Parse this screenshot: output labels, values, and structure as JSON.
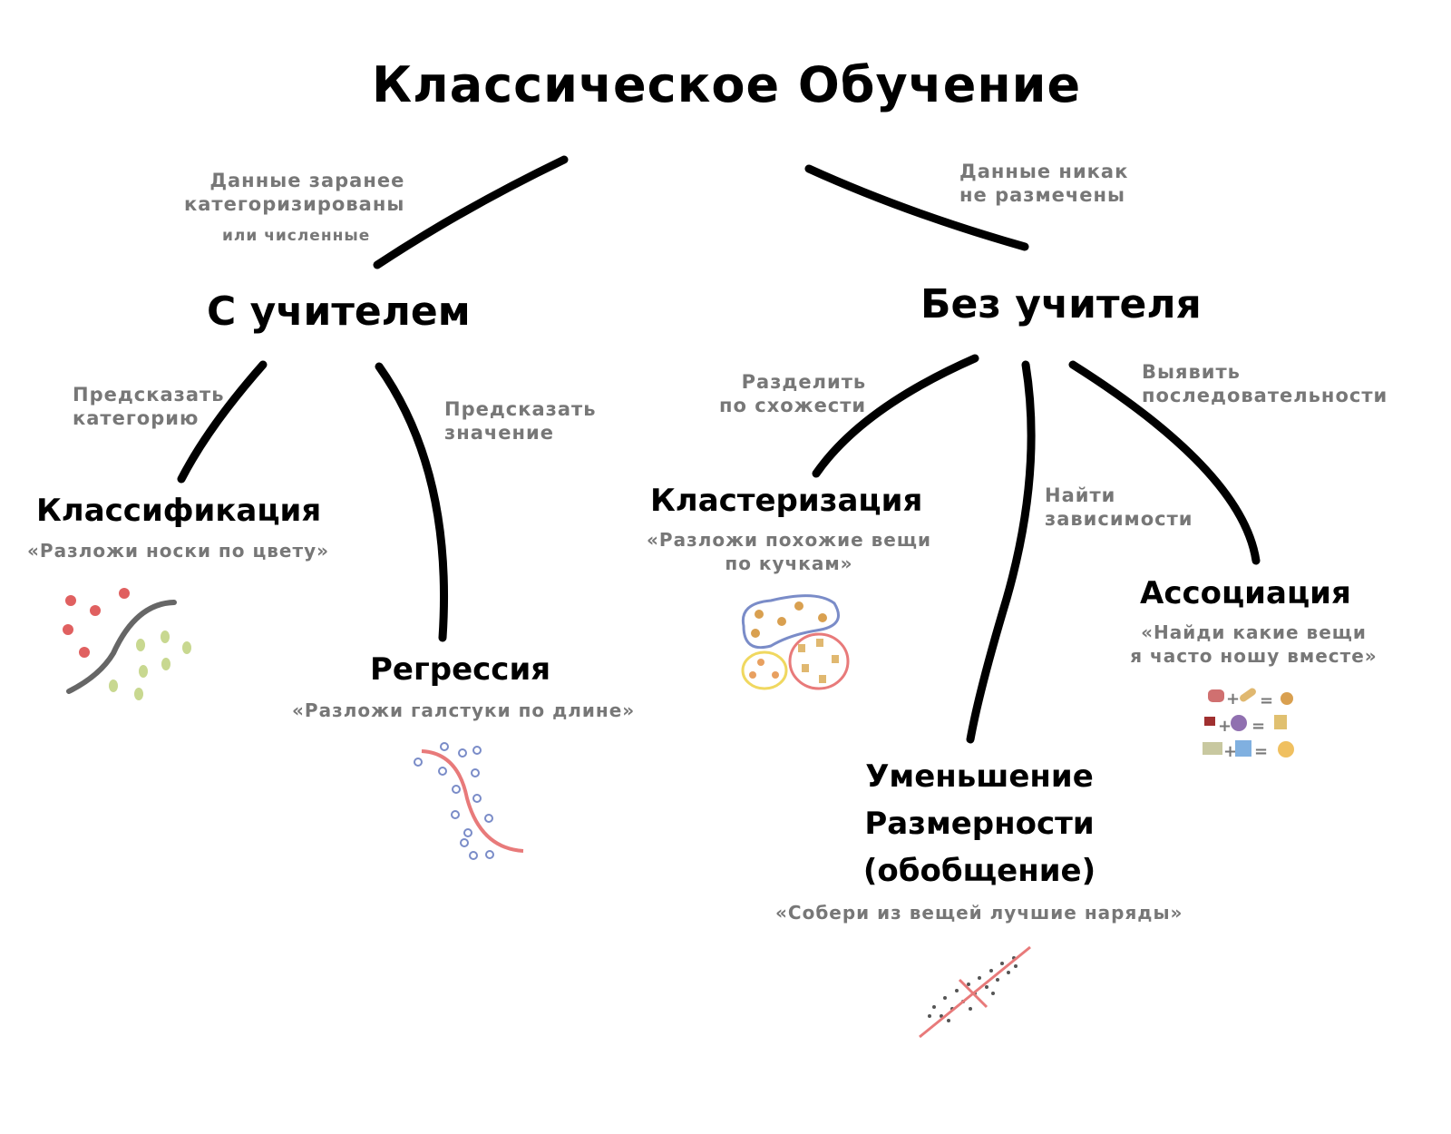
{
  "title": "Классическое Обучение",
  "branches": {
    "supervised": {
      "label": "С учителем",
      "edge_note": [
        "Данные заранее",
        "категоризированы"
      ],
      "edge_note_small": "или численные"
    },
    "unsupervised": {
      "label": "Без учителя",
      "edge_note": [
        "Данные никак",
        "не размечены"
      ]
    }
  },
  "methods": {
    "classification": {
      "title": "Классификация",
      "quote": "«Разложи носки по цвету»",
      "edge_note": [
        "Предсказать",
        "категорию"
      ]
    },
    "regression": {
      "title": "Регрессия",
      "quote": "«Разложи галстуки по длине»",
      "edge_note": [
        "Предсказать",
        "значение"
      ]
    },
    "clustering": {
      "title": "Кластеризация",
      "quote": [
        "«Разложи похожие вещи",
        "по кучкам»"
      ],
      "edge_note": [
        "Разделить",
        "по схожести"
      ]
    },
    "dimensionality": {
      "title": [
        "Уменьшение",
        "Размерности",
        "(обобщение)"
      ],
      "quote": "«Собери из вещей лучшие наряды»",
      "edge_note": [
        "Найти",
        "зависимости"
      ]
    },
    "association": {
      "title": "Ассоциация",
      "quote": [
        "«Найди какие вещи",
        "я часто ношу вместе»"
      ],
      "edge_note": [
        "Выявить",
        "последовательности"
      ]
    }
  },
  "colors": {
    "line": "#000000",
    "note": "#777777",
    "red": "#e87a7a",
    "blue": "#7a8cc8",
    "yellow": "#f0d860",
    "green": "#c8d890"
  }
}
